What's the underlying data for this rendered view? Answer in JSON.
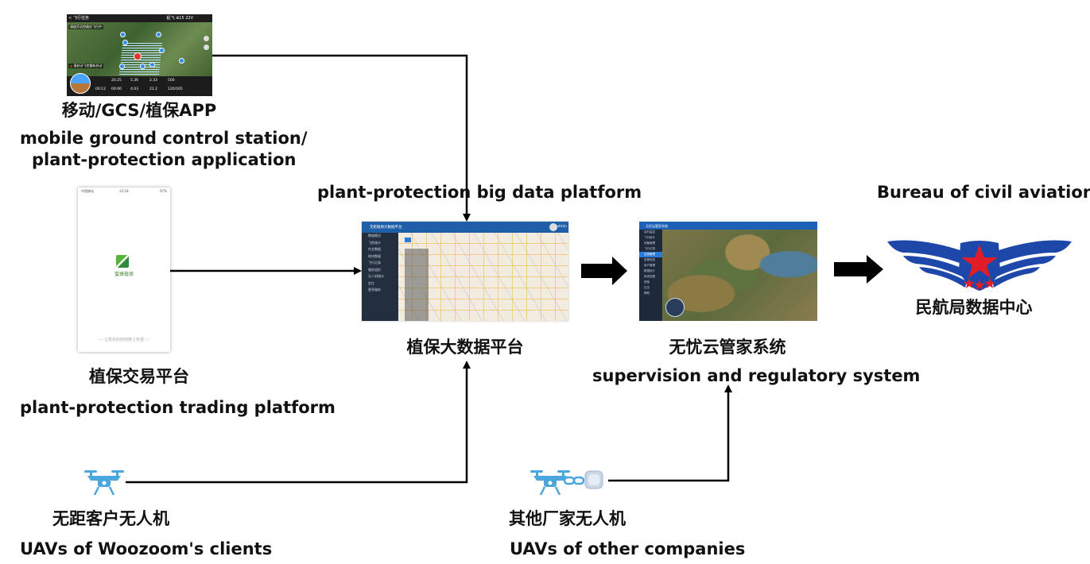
{
  "nodes": {
    "gcs": {
      "label_cn": "移动/GCS/植保APP",
      "label_en_line1": "mobile ground control station/",
      "label_en_line2": "plant-protection application",
      "screen": {
        "title": "飞行任务",
        "back": "<",
        "status": "起飞  ⊕15  22V",
        "notice_top": "请放开远控器在飞行中",
        "notice_alert": "请启动飞控重新启动",
        "hud": [
          "20.25",
          "5.36",
          "2.33",
          "500",
          "00:12",
          "00:00",
          "4.03",
          "21.2",
          "120/165"
        ]
      }
    },
    "trading": {
      "label_cn": "植保交易平台",
      "label_en": "plant-protection trading platform",
      "screen": {
        "status_left": "中国移动",
        "status_time": "13:18",
        "status_right": "67%",
        "app_name": "蜜蜂植保",
        "footer": "— 让更多的田地种上希望 —"
      }
    },
    "bigdata": {
      "label_en": "plant-protection big data platform",
      "label_cn": "植保大数据平台",
      "screen": {
        "title": "无距植保大数据平台",
        "user": "admin",
        "menu": [
          "数据概况",
          "飞防统计",
          "作业数据",
          "地块数据",
          "飞行记录",
          "服务组织",
          "无人机统计",
          "定位",
          "更多服务"
        ]
      }
    },
    "supervision": {
      "label_cn": "无忧云管家系统",
      "label_en": "supervision and regulatory system",
      "screen": {
        "title": "无忧云管家系统",
        "menu": [
          "实时监控",
          "飞行统计",
          "设备管理",
          "飞行记录",
          "空域管理",
          "告警信息",
          "用户管理",
          "数据统计",
          "系统设置",
          "其他",
          "日志",
          "帮助"
        ]
      }
    },
    "caac": {
      "label_en": "Bureau of civil aviation",
      "label_cn": "民航局数据中心"
    },
    "uav_clients": {
      "label_cn": "无距客户无人机",
      "label_en": "UAVs of Woozoom's clients"
    },
    "uav_others": {
      "label_cn": "其他厂家无人机",
      "label_en": "UAVs of other companies"
    }
  },
  "colors": {
    "line": "#000000",
    "drone": "#4aa6dc",
    "logo_blue": "#1d47a8",
    "logo_red": "#e11d2a",
    "header_blue": "#1f5fa8"
  },
  "icons": [
    "drone-icon",
    "link-icon",
    "tracker-icon",
    "big-arrow-icon",
    "star-icon"
  ]
}
